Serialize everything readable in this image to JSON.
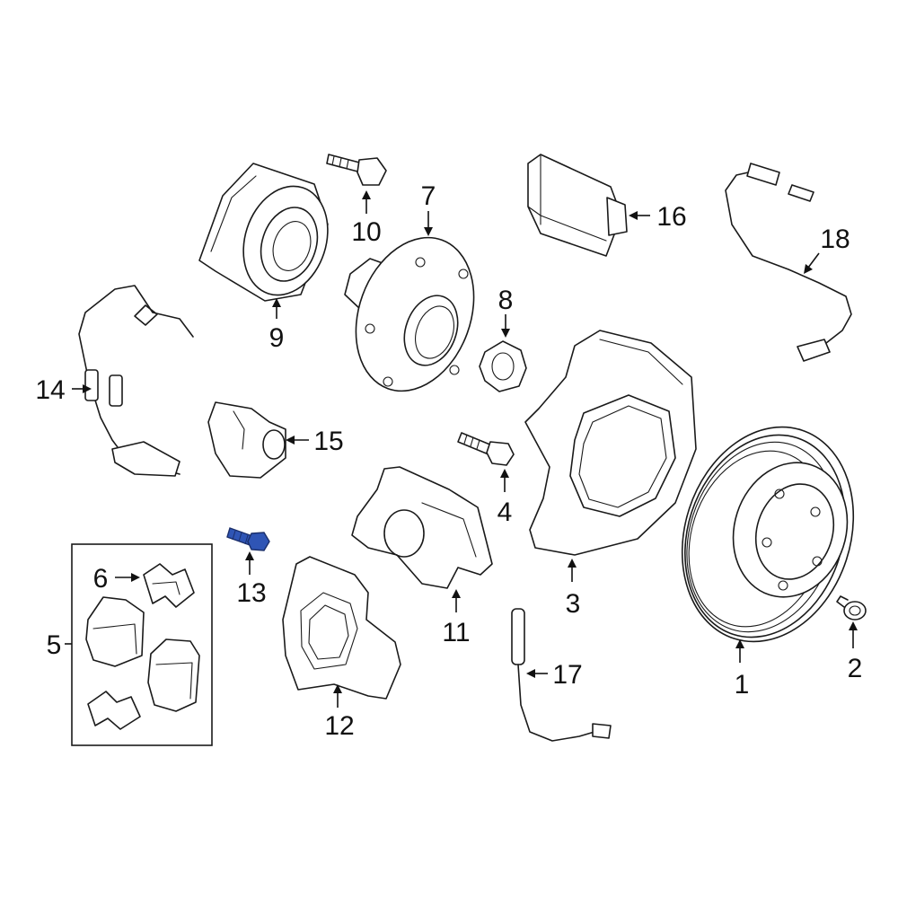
{
  "callouts": {
    "c1": "1",
    "c2": "2",
    "c3": "3",
    "c4": "4",
    "c5": "5",
    "c6": "6",
    "c7": "7",
    "c8": "8",
    "c9": "9",
    "c10": "10",
    "c11": "11",
    "c12": "12",
    "c13": "13",
    "c14": "14",
    "c15": "15",
    "c16": "16",
    "c17": "17",
    "c18": "18"
  },
  "colors": {
    "line": "#1a1a1a",
    "highlight": "#2f55b5",
    "background": "#ffffff"
  }
}
